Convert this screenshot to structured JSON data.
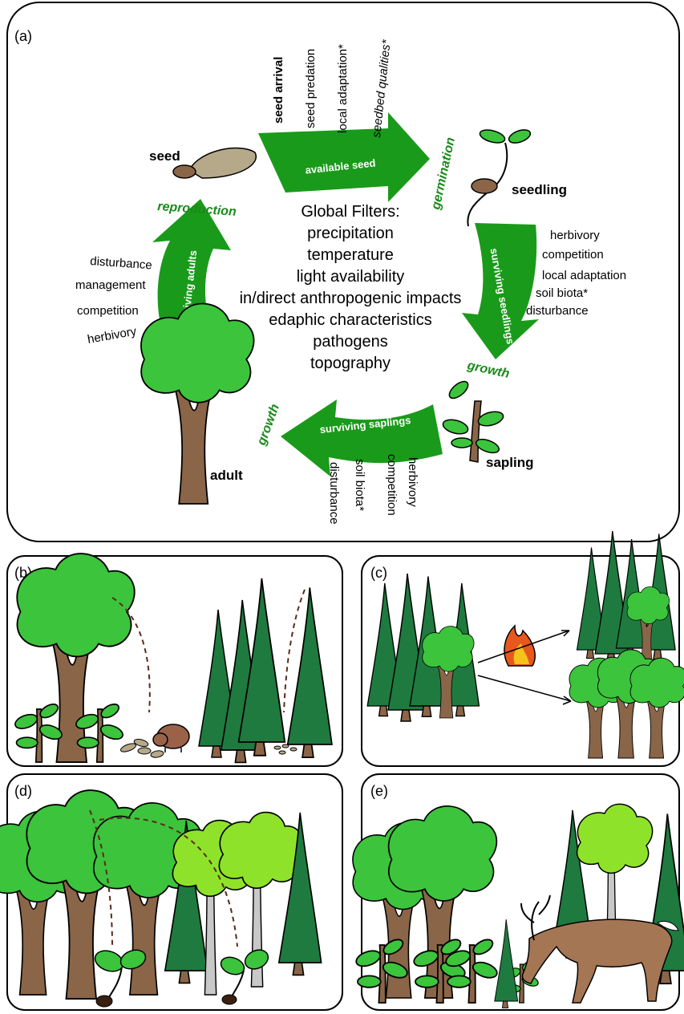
{
  "panels": {
    "a": "(a)",
    "b": "(b)",
    "c": "(c)",
    "d": "(d)",
    "e": "(e)"
  },
  "stages": {
    "seed": "seed",
    "seedling": "seedling",
    "sapling": "sapling",
    "adult": "adult"
  },
  "processes": {
    "germination": "germination",
    "growth_right": "growth",
    "growth_left": "growth",
    "reproduction": "reproduction"
  },
  "arrows": {
    "top": "available seed",
    "right": "surviving seedlings",
    "bottom": "surviving saplings",
    "left": "surviving adults"
  },
  "filters": {
    "top": [
      "seed arrival",
      "seed predation",
      "local adaptation*",
      "seedbed qualities*"
    ],
    "right": [
      "herbivory",
      "competition",
      "local adaptation",
      "soil biota*",
      "disturbance"
    ],
    "bottom": [
      "herbivory",
      "competition",
      "soil biota*",
      "disturbance"
    ],
    "left": [
      "disturbance",
      "management",
      "competition",
      "herbivory"
    ]
  },
  "global_filters": {
    "title": "Global Filters:",
    "items": [
      "precipitation",
      "temperature",
      "light availability",
      "in/direct anthropogenic impacts",
      "edaphic characteristics",
      "pathogens",
      "topography"
    ]
  },
  "colors": {
    "arrow_green": "#1a9a1a",
    "leaf_green": "#3cc43c",
    "lime_green": "#8fe22a",
    "pine_green": "#1f7a3f",
    "trunk_brown": "#8a6548",
    "dispersal_dash": "#5a2a1a"
  }
}
